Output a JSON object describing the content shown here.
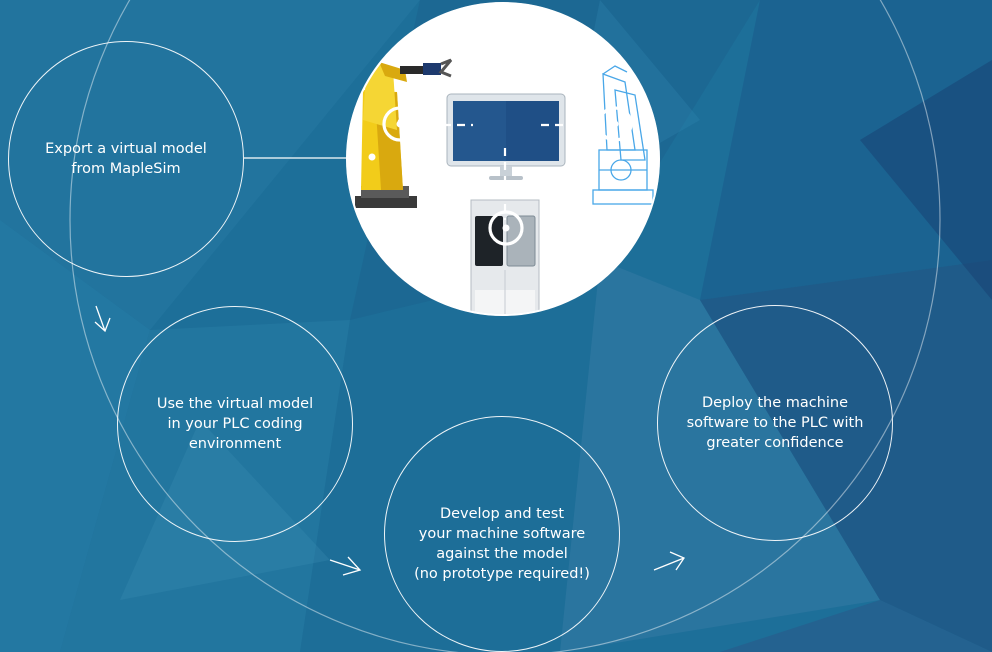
{
  "steps": [
    {
      "id": "export",
      "text": "Export a virtual model\nfrom MapleSim"
    },
    {
      "id": "use",
      "text": "Use the virtual model\nin your PLC coding\nenvironment"
    },
    {
      "id": "develop",
      "text": "Develop and test\nyour machine software\nagainst the model\n(no prototype required!)"
    },
    {
      "id": "deploy",
      "text": "Deploy the machine\nsoftware to the PLC with\ngreater confidence"
    }
  ],
  "illustration": {
    "icons": [
      "robot-arm-icon",
      "monitor-icon",
      "blueprint-robot-icon",
      "plc-cabinet-icon"
    ]
  },
  "colors": {
    "background": "#1d6f99",
    "stroke": "#ffffff",
    "robot": "#f2cc1a",
    "monitor_screen": "#1f4f86",
    "blueprint": "#49a7e8"
  }
}
